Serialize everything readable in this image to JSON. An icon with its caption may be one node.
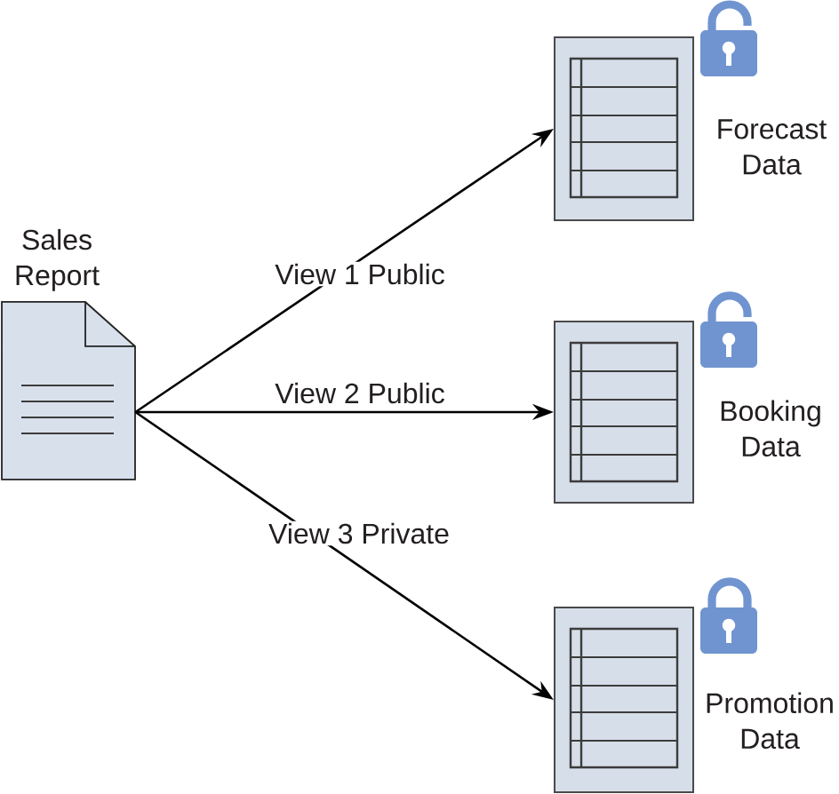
{
  "diagram": {
    "nodes": [
      {
        "text": [
          "Sales Report"
        ]
      },
      {
        "text": [
          "Forecast Data"
        ]
      },
      {
        "text": [
          "Booking Data"
        ]
      },
      {
        "text": [
          "Promotion Data"
        ]
      }
    ],
    "edges": [
      {
        "from": 0,
        "to": 1,
        "arrow": "to",
        "label": "View 1 Public"
      },
      {
        "from": 0,
        "to": 2,
        "arrow": "to",
        "label": "View 2 Public"
      },
      {
        "from": 0,
        "to": 3,
        "arrow": "to",
        "label": "View 3 Private"
      }
    ]
  }
}
